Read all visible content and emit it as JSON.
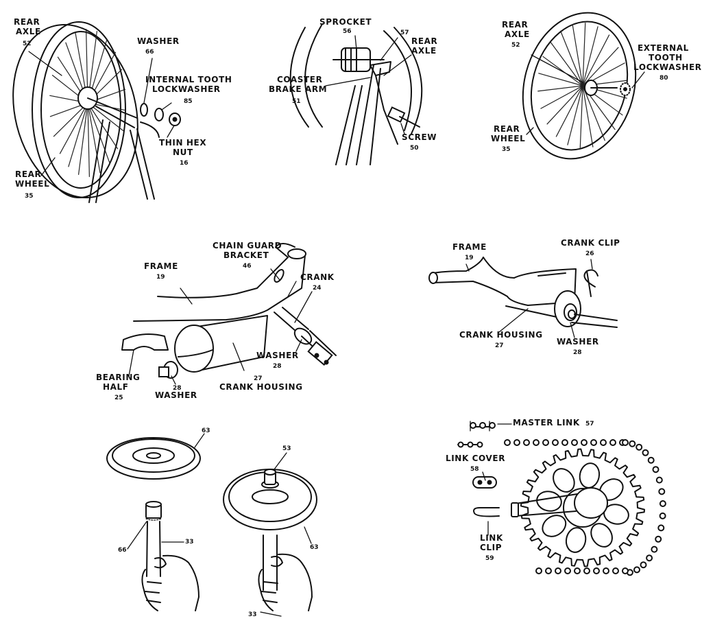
{
  "panels": {
    "p1": {
      "rear_axle": [
        "REAR",
        "AXLE"
      ],
      "rear_axle_num": "52",
      "washer": "WASHER",
      "washer_num": "66",
      "lockwasher": [
        "INTERNAL TOOTH",
        "LOCKWASHER"
      ],
      "lockwasher_num": "85",
      "nut": [
        "THIN HEX",
        "NUT"
      ],
      "nut_num": "16",
      "wheel": [
        "REAR",
        "WHEEL"
      ],
      "wheel_num": "35"
    },
    "p2": {
      "sprocket": "SPROCKET",
      "sprocket_num": "56",
      "part57_num": "57",
      "rear_axle": [
        "REAR",
        "AXLE"
      ],
      "brake_arm": [
        "COASTER",
        "BRAKE ARM"
      ],
      "brake_arm_num": "51",
      "screw": "SCREW",
      "screw_num": "50"
    },
    "p3": {
      "rear_axle": [
        "REAR",
        "AXLE"
      ],
      "rear_axle_num": "52",
      "lockwasher": [
        "EXTERNAL",
        "TOOTH",
        "LOCKWASHER"
      ],
      "lockwasher_num": "80",
      "wheel": [
        "REAR",
        "WHEEL"
      ],
      "wheel_num": "35"
    },
    "p4": {
      "bracket": [
        "CHAIN GUARD",
        "BRACKET"
      ],
      "bracket_num": "46",
      "frame": "FRAME",
      "frame_num": "19",
      "crank": "CRANK",
      "crank_num": "24",
      "washer_r": "WASHER",
      "washer_r_num": "28",
      "bearing": [
        "BEARING",
        "HALF"
      ],
      "bearing_num": "25",
      "washer_l_num": "28",
      "washer_l": "WASHER",
      "housing_num": "27",
      "housing": "CRANK HOUSING"
    },
    "p5": {
      "frame": "FRAME",
      "frame_num": "19",
      "clip": "CRANK CLIP",
      "clip_num": "26",
      "housing": "CRANK HOUSING",
      "housing_num": "27",
      "washer": "WASHER",
      "washer_num": "28"
    },
    "p6": {
      "num63_a": "63",
      "num53": "53",
      "num66": "66",
      "num33_a": "33",
      "num63_b": "63",
      "num33_b": "33"
    },
    "p7": {
      "master_link": "MASTER LINK",
      "master_link_num": "57",
      "link_cover": "LINK COVER",
      "link_cover_num": "58",
      "link_clip": [
        "LINK",
        "CLIP"
      ],
      "link_clip_num": "59"
    }
  }
}
